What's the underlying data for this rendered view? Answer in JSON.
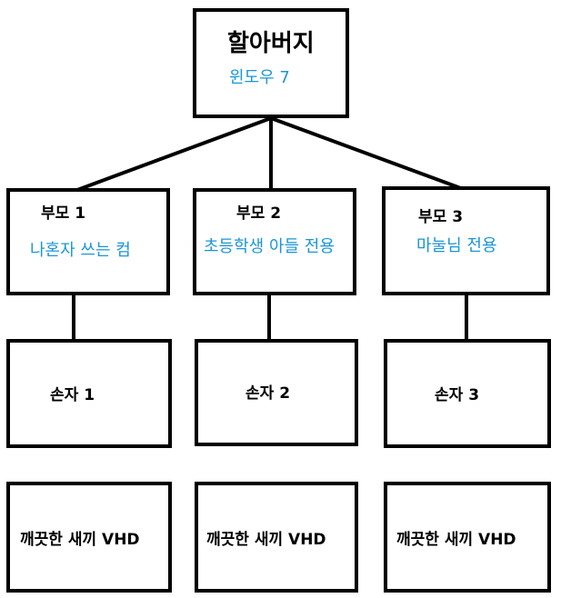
{
  "colors": {
    "border": "#000000",
    "accent_text": "#1a96d4",
    "text": "#000000",
    "background": "#ffffff"
  },
  "grandparent": {
    "title": "할아버지",
    "subtitle": "윈도우 7"
  },
  "parents": [
    {
      "title": "부모 1",
      "subtitle": "나혼자 쓰는 컴"
    },
    {
      "title": "부모 2",
      "subtitle": "초등학생 아들 전용"
    },
    {
      "title": "부모 3",
      "subtitle": "마눌님 전용"
    }
  ],
  "grandchildren": [
    {
      "title": "손자 1"
    },
    {
      "title": "손자 2"
    },
    {
      "title": "손자 3"
    }
  ],
  "clean_vhds": [
    {
      "label": "깨끗한 새끼 VHD"
    },
    {
      "label": "깨끗한 새끼 VHD"
    },
    {
      "label": "깨끗한 새끼 VHD"
    }
  ]
}
